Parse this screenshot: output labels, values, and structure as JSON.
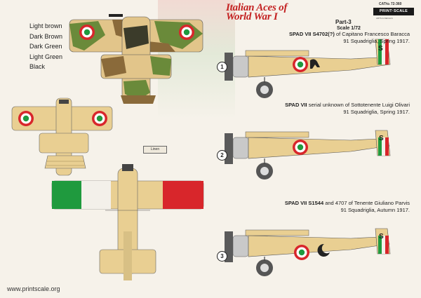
{
  "legend": {
    "items": [
      "Light brown",
      "Dark Brown",
      "Dark Green",
      "Light Green",
      "Black"
    ]
  },
  "header": {
    "title_line1": "Italian Aces of",
    "title_line2": "World War I",
    "part": "Part-3",
    "scale": "Scale 1/72",
    "catalog": "CAT№ 72-360",
    "brand": "PRINT·SCALE",
    "brand_note": "ARTS & DECALS"
  },
  "profiles": [
    {
      "marker": "1",
      "model": "SPAD VII S4702(?)",
      "rest": " of Capitano Francesco Baracca",
      "line2": "91 Squadriglia, Spring 1917.",
      "fin_letter": "S"
    },
    {
      "marker": "2",
      "model": "SPAD VII",
      "rest": " serial unknown of Sottotenente Luigi Olivari",
      "line2": "91 Squadriglia, Spring 1917.",
      "fin_letter": "S"
    },
    {
      "marker": "3",
      "model": "SPAD VII S1544",
      "rest": " and 4707 of Tenente Giuliano Parvis",
      "line2": "91 Squadriglia, Autumn 1917.",
      "fin_letter": "S"
    }
  ],
  "linen_label": "Linen",
  "footer": {
    "url": "www.printscale.org"
  },
  "colors": {
    "tan": "#e9cf92",
    "tan_dark": "#c9ac6a",
    "camo_green": "#6a8a3a",
    "camo_brown": "#8a6a3a",
    "italy_green": "#1f9a3e",
    "italy_red": "#d8262b",
    "title_red": "#c32020"
  }
}
